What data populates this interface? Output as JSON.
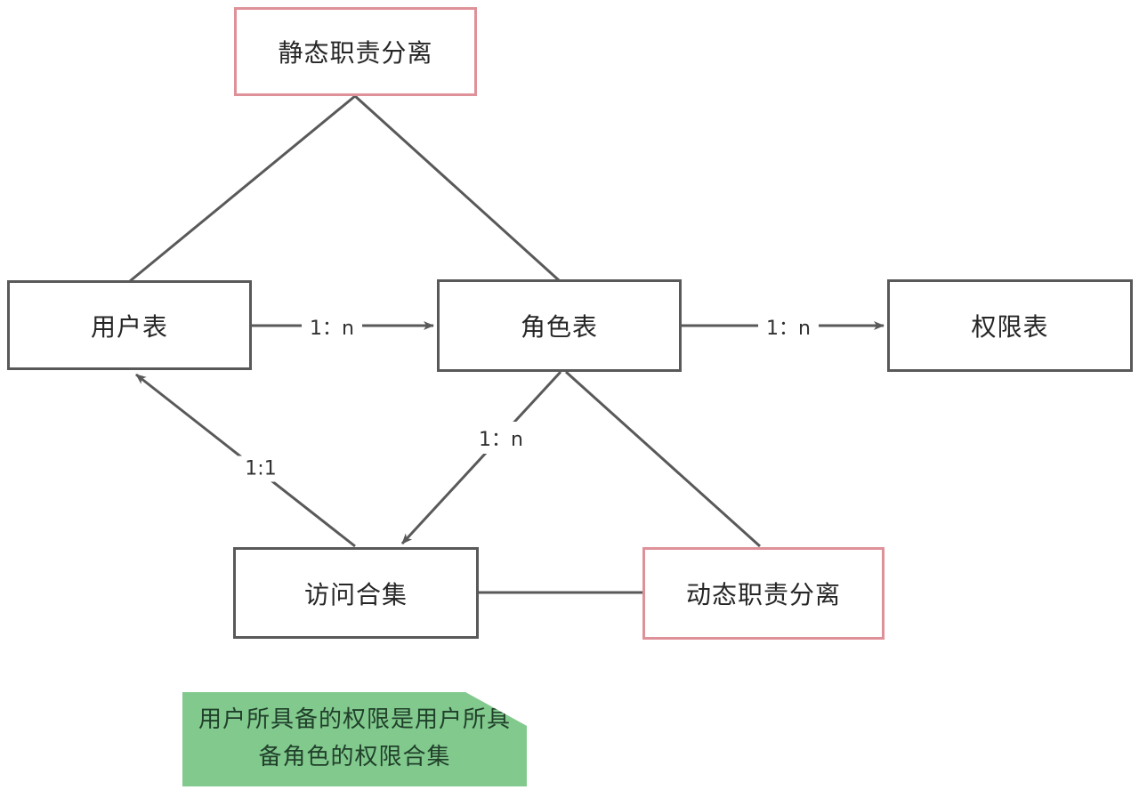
{
  "diagram": {
    "title_hint": "RBAC 角色访问控制模型关系图",
    "nodes": {
      "static_sod": {
        "label": "静态职责分离",
        "border_color": "#df9199"
      },
      "user_table": {
        "label": "用户表",
        "border_color": "#595959"
      },
      "role_table": {
        "label": "角色表",
        "border_color": "#595959"
      },
      "perm_table": {
        "label": "权限表",
        "border_color": "#595959"
      },
      "access_set": {
        "label": "访问合集",
        "border_color": "#595959"
      },
      "dynamic_sod": {
        "label": "动态职责分离",
        "border_color": "#df9199"
      }
    },
    "edges": {
      "static_user": {
        "from": "static_sod",
        "to": "user_table",
        "label": "",
        "directed": false
      },
      "static_role": {
        "from": "static_sod",
        "to": "role_table",
        "label": "",
        "directed": false
      },
      "user_role": {
        "from": "user_table",
        "to": "role_table",
        "label": "1：n",
        "directed": true
      },
      "role_perm": {
        "from": "role_table",
        "to": "perm_table",
        "label": "1：n",
        "directed": true
      },
      "role_access": {
        "from": "role_table",
        "to": "access_set",
        "label": "1：n",
        "directed": true
      },
      "access_user": {
        "from": "access_set",
        "to": "user_table",
        "label": "1:1",
        "directed": true
      },
      "role_dynamic": {
        "from": "role_table",
        "to": "dynamic_sod",
        "label": "",
        "directed": false
      },
      "access_dynamic": {
        "from": "access_set",
        "to": "dynamic_sod",
        "label": "",
        "directed": false
      }
    },
    "note": {
      "line1": "用户所具备的权限是用户所具",
      "line2": "备角色的权限合集",
      "full_text": "用户所具备的权限是用户所具备角色的权限合集",
      "fill_color": "#82c98e",
      "text_color": "#20402a"
    },
    "colors": {
      "line": "#595959",
      "pink_border": "#df9199",
      "node_text": "#262626",
      "background": "#ffffff"
    }
  }
}
